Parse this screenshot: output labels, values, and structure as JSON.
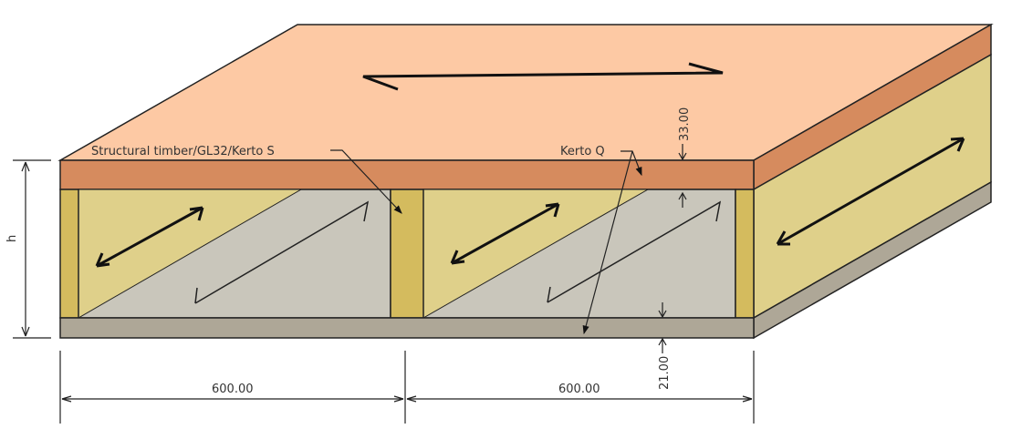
{
  "labels": {
    "structural": "Structural timber/GL32/Kerto S",
    "kerto_q": "Kerto Q",
    "height": "h"
  },
  "dimensions": {
    "top_slab": "33.00",
    "bottom_slab": "21.00",
    "bay_left": "600.00",
    "bay_right": "600.00"
  },
  "colors": {
    "top_face": "#fdc9a4",
    "top_slab": "#d68b5e",
    "core_yellow": "#dfd08a",
    "stud": "#d4bb5e",
    "core_gray": "#c9c6bb",
    "bottom_slab": "#aea797"
  }
}
